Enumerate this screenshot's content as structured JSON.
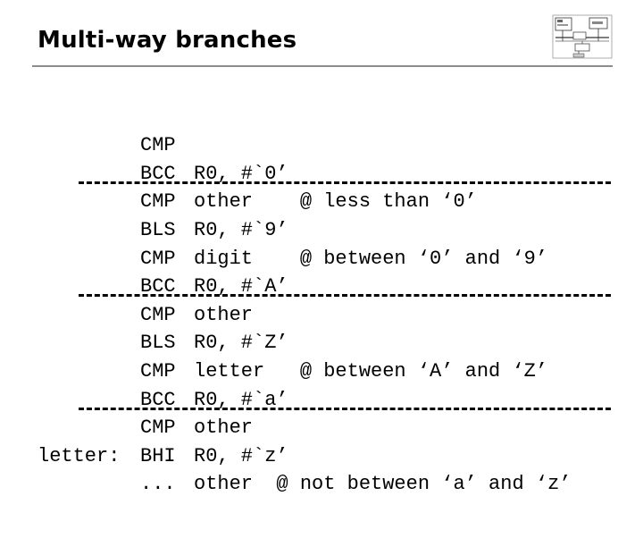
{
  "slide": {
    "title": "Multi-way branches"
  },
  "code": {
    "lines": [
      {
        "label": "",
        "op": "CMP",
        "arg": "R0, #`0’"
      },
      {
        "label": "",
        "op": "BCC",
        "arg": "other    @ less than ‘0’"
      },
      {
        "label": "",
        "op": "CMP",
        "arg": "R0, #`9’"
      },
      {
        "label": "",
        "op": "BLS",
        "arg": "digit    @ between ‘0’ and ‘9’"
      },
      {
        "label": "",
        "op": "CMP",
        "arg": "R0, #`A’"
      },
      {
        "label": "",
        "op": "BCC",
        "arg": "other"
      },
      {
        "label": "",
        "op": "CMP",
        "arg": "R0, #`Z’"
      },
      {
        "label": "",
        "op": "BLS",
        "arg": "letter   @ between ‘A’ and ‘Z’"
      },
      {
        "label": "",
        "op": "CMP",
        "arg": "R0, #`a’"
      },
      {
        "label": "",
        "op": "BCC",
        "arg": "other"
      },
      {
        "label": "",
        "op": "CMP",
        "arg": "R0, #`z’"
      },
      {
        "label": "",
        "op": "BHI",
        "arg": "other  @ not between ‘a’ and ‘z’"
      },
      {
        "label": "letter:",
        "op": "...",
        "arg": ""
      }
    ]
  }
}
